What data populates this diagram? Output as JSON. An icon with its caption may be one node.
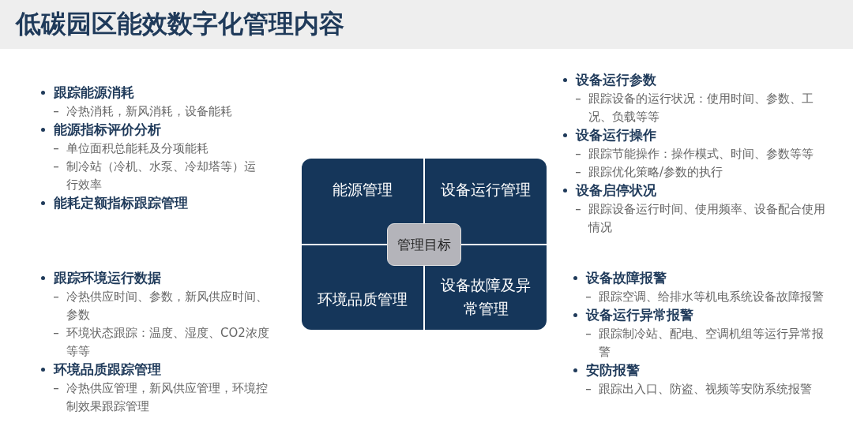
{
  "diagram": {
    "title": "低碳园区能效数字化管理内容",
    "nodes": [
      {
        "text": [
          "能源管理"
        ]
      },
      {
        "text": [
          "设备运行管理"
        ]
      },
      {
        "text": [
          "环境品质管理"
        ]
      },
      {
        "text": [
          "设备故障及异常管理"
        ]
      },
      {
        "text": [
          "管理目标"
        ]
      }
    ],
    "labels": [
      "跟踪能源消耗",
      "冷热消耗，新风消耗，设备能耗",
      "能源指标评价分析",
      "单位面积总能耗及分项能耗",
      "制冷站（冷机、水泵、冷却塔等）运行效率",
      "能耗定额指标跟踪管理",
      "设备运行参数",
      "跟踪设备的运行状况：使用时间、参数、工况、负载等等",
      "设备运行操作",
      "跟踪节能操作：操作模式、时间、参数等等",
      "跟踪优化策略/参数的执行",
      "设备启停状况",
      "跟踪设备运行时间、使用频率、设备配合使用情况",
      "跟踪环境运行数据",
      "冷热供应时间、参数，新风供应时间、参数",
      "环境状态跟踪：温度、湿度、CO2浓度等等",
      "环境品质跟踪管理",
      "冷热供应管理，新风供应管理，环境控制效果跟踪管理",
      "设备故障报警",
      "跟踪空调、给排水等机电系统设备故障报警",
      "设备运行异常报警",
      "跟踪制冷站、配电、空调机组等运行异常报警",
      "安防报警",
      "跟踪出入口、防盗、视频等安防系统报警"
    ]
  }
}
